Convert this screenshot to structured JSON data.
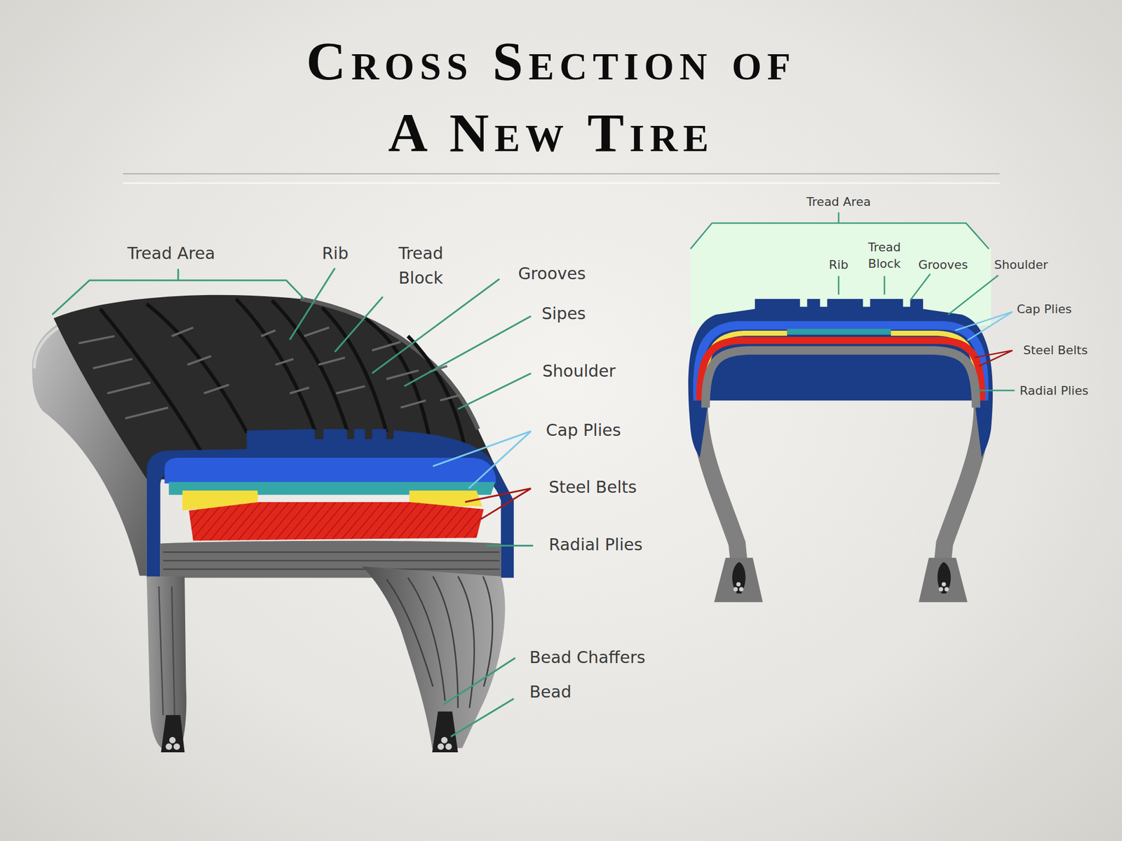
{
  "diagram": {
    "title": "Cross Section of A New Tire",
    "labels": [
      "Tread Area",
      "Rib",
      "Tread Block",
      "Grooves",
      "Sipes",
      "Shoulder",
      "Cap Plies",
      "Steel Belts",
      "Radial Plies",
      "Bead Chaffers",
      "Bead",
      "Tread Area",
      "Rib",
      "Tread Block",
      "Grooves",
      "Shoulder",
      "Cap Plies",
      "Steel Belts",
      "Radial Plies"
    ]
  }
}
